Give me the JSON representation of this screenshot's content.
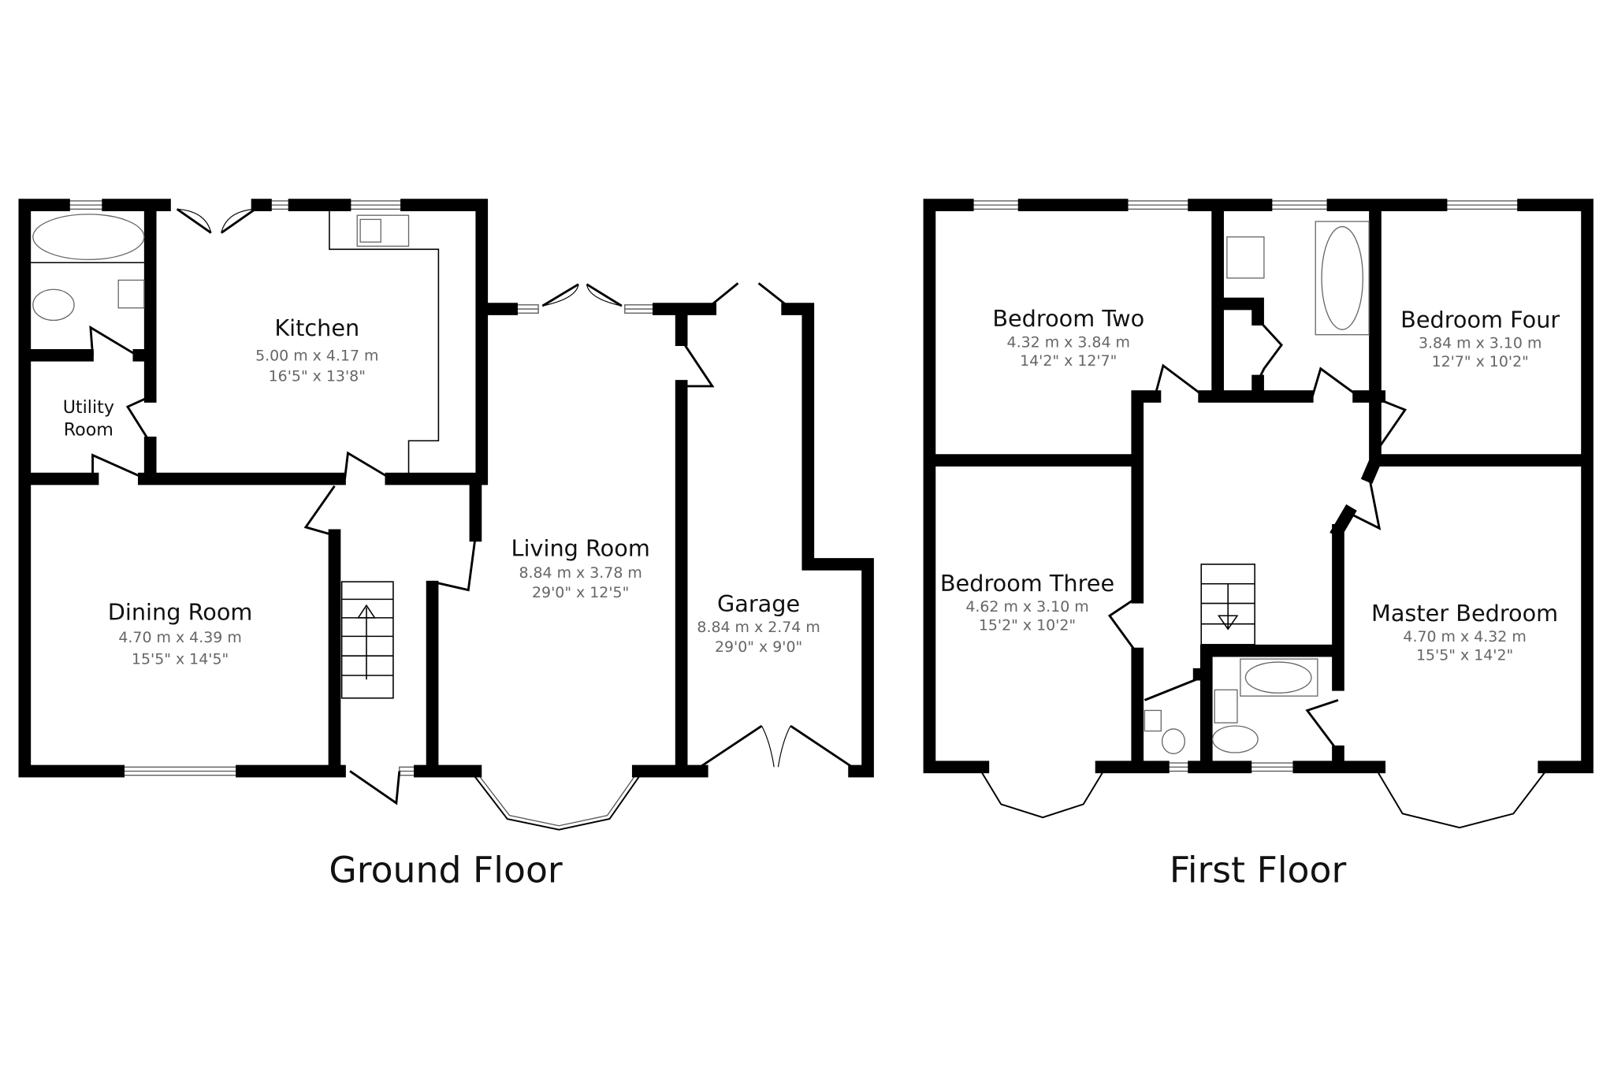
{
  "ground_floor": {
    "label": "Ground Floor",
    "rooms": {
      "kitchen": {
        "name": "Kitchen",
        "metric": "5.00 m x 4.17 m",
        "imperial": "16'5\" x 13'8\""
      },
      "utility": {
        "name_line1": "Utility",
        "name_line2": "Room"
      },
      "dining": {
        "name": "Dining Room",
        "metric": "4.70 m x 4.39 m",
        "imperial": "15'5\" x 14'5\""
      },
      "living": {
        "name": "Living Room",
        "metric": "8.84 m x 3.78 m",
        "imperial": "29'0\" x 12'5\""
      },
      "garage": {
        "name": "Garage",
        "metric": "8.84 m x 2.74 m",
        "imperial": "29'0\" x 9'0\""
      }
    }
  },
  "first_floor": {
    "label": "First Floor",
    "rooms": {
      "bedroom_two": {
        "name": "Bedroom Two",
        "metric": "4.32 m x 3.84 m",
        "imperial": "14'2\" x 12'7\""
      },
      "bedroom_four": {
        "name": "Bedroom Four",
        "metric": "3.84 m x 3.10 m",
        "imperial": "12'7\" x 10'2\""
      },
      "bedroom_three": {
        "name": "Bedroom Three",
        "metric": "4.62 m x 3.10 m",
        "imperial": "15'2\" x 10'2\""
      },
      "master": {
        "name": "Master Bedroom",
        "metric": "4.70 m x 4.32 m",
        "imperial": "15'5\" x 14'2\""
      }
    }
  },
  "colors": {
    "walls": "#000000",
    "dimensions": "#666666",
    "background": "#ffffff"
  }
}
